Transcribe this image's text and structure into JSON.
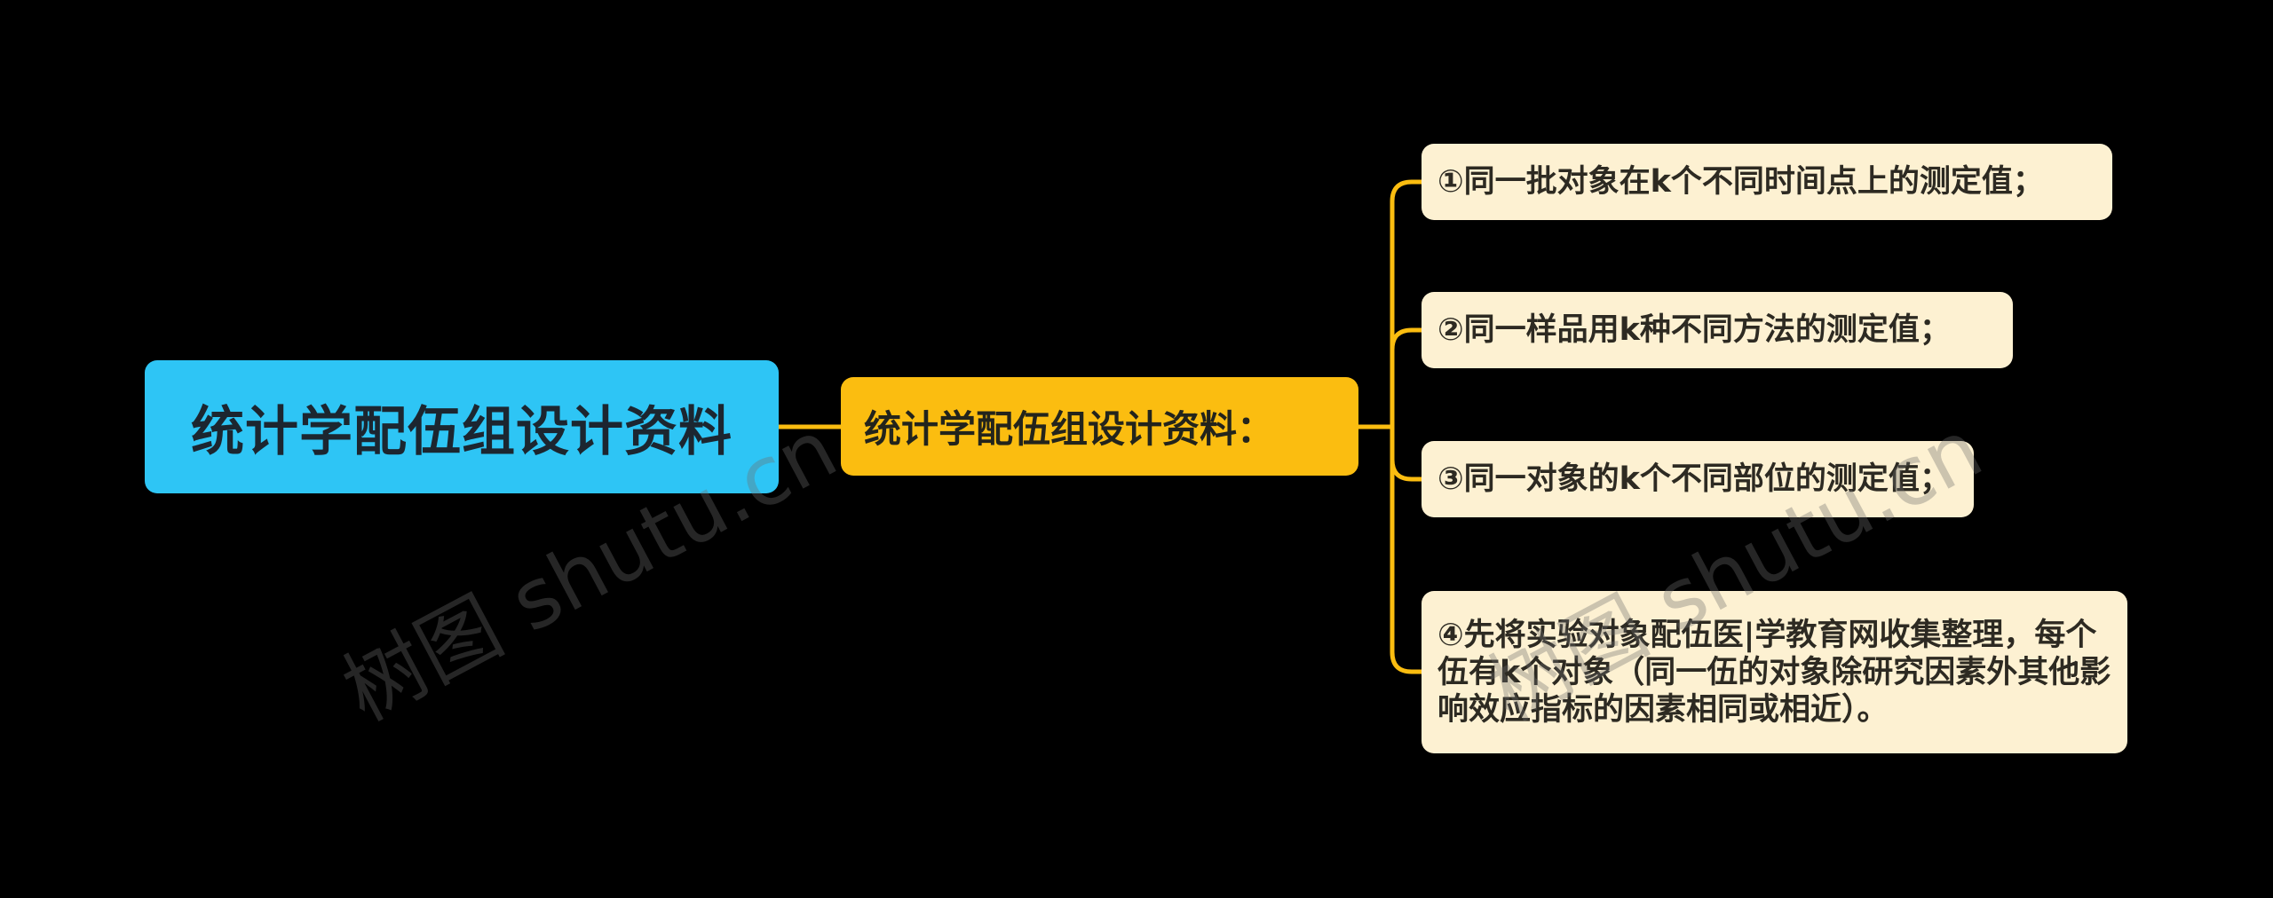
{
  "mindmap": {
    "root": {
      "label": "统计学配伍组设计资料"
    },
    "branch": {
      "label": "统计学配伍组设计资料："
    },
    "leaves": [
      {
        "label": "①同一批对象在k个不同时间点上的测定值；"
      },
      {
        "label": "②同一样品用k种不同方法的测定值；"
      },
      {
        "label": "③同一对象的k个不同部位的测定值；"
      },
      {
        "label": "④先将实验对象配伍医|学教育网收集整理，每个伍有k个对象（同一伍的对象除研究因素外其他影响效应指标的因素相同或相近）。"
      }
    ]
  },
  "watermarks": [
    {
      "text": "树图 shutu.cn"
    },
    {
      "text": "树图 shutu.cn"
    }
  ],
  "colors": {
    "background": "#000000",
    "root_fill": "#2ec5f5",
    "branch_fill": "#fbbd10",
    "leaf_fill": "#fdf1d2",
    "connector": "#fbbd10"
  }
}
